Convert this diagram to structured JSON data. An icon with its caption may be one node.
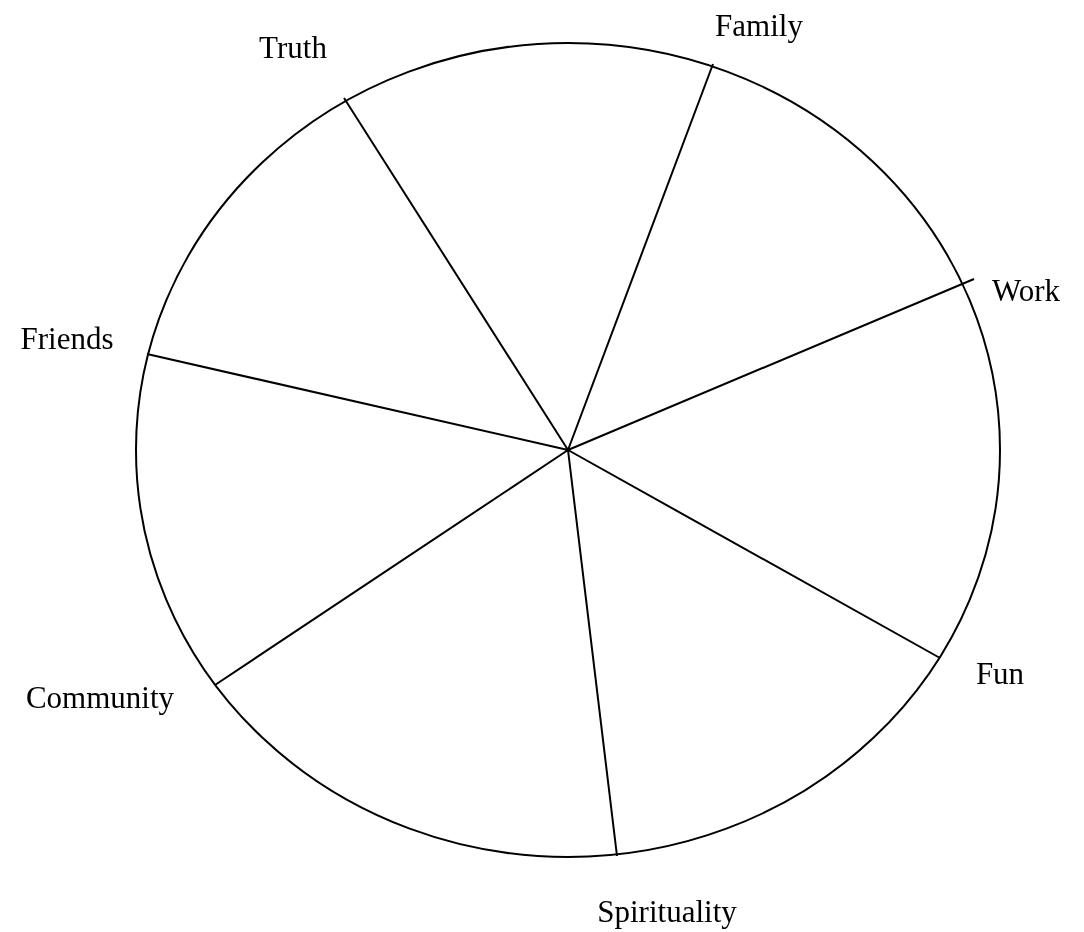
{
  "diagram": {
    "labels": [
      "Family",
      "Truth",
      "Work",
      "Friends",
      "Fun",
      "Community",
      "Spirituality"
    ]
  }
}
